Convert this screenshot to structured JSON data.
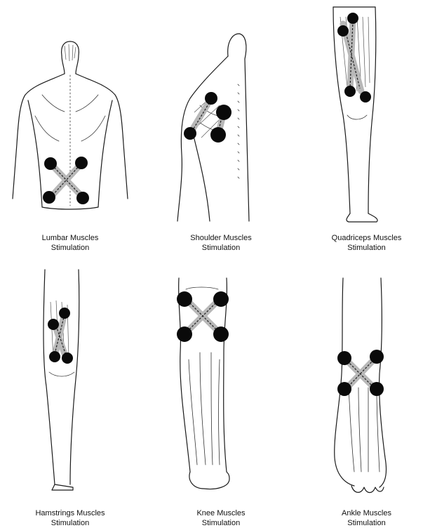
{
  "header": {
    "title": ""
  },
  "colors": {
    "electrode": "#0a0a0a",
    "current_band": "#b8b8b8",
    "outline": "#1a1a1a"
  },
  "panels": [
    {
      "id": "lumbar",
      "icon": "lumbar-back-illustration",
      "caption_line1": "Lumbar Muscles",
      "caption_line2": "Stimulation"
    },
    {
      "id": "shoulder",
      "icon": "shoulder-illustration",
      "caption_line1": "Shoulder Muscles",
      "caption_line2": "Stimulation"
    },
    {
      "id": "quadriceps",
      "icon": "quadriceps-leg-illustration",
      "caption_line1": "Quadriceps Muscles",
      "caption_line2": "Stimulation"
    },
    {
      "id": "hamstrings",
      "icon": "hamstrings-leg-illustration",
      "caption_line1": "Hamstrings Muscles",
      "caption_line2": "Stimulation"
    },
    {
      "id": "knee",
      "icon": "knee-leg-illustration",
      "caption_line1": "Knee Muscles",
      "caption_line2": "Stimulation"
    },
    {
      "id": "ankle",
      "icon": "ankle-foot-illustration",
      "caption_line1": "Ankle Muscles",
      "caption_line2": "Stimulation"
    }
  ]
}
